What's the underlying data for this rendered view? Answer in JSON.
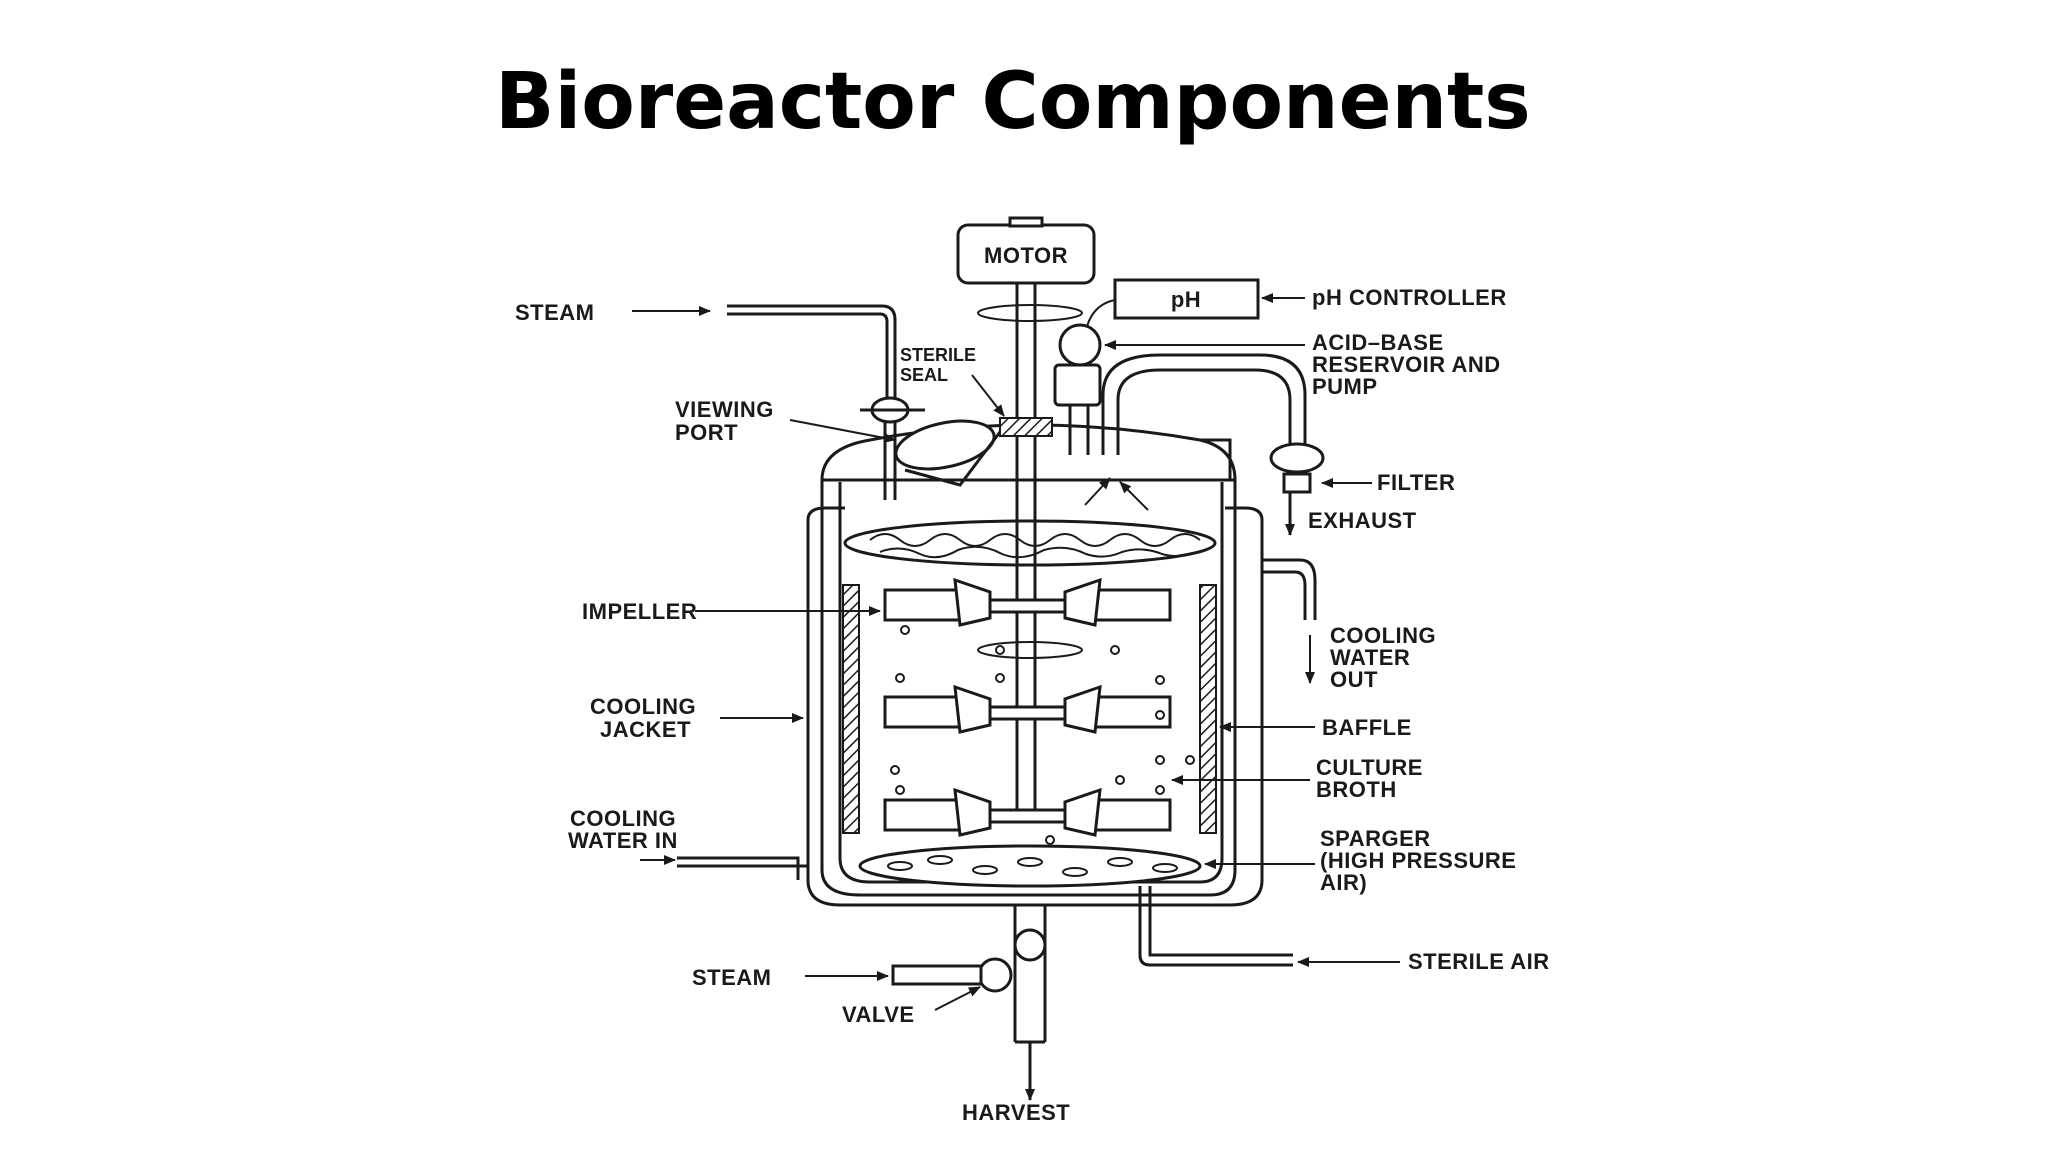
{
  "slide": {
    "title": "Bioreactor Components"
  },
  "diagram": {
    "labels": {
      "motor": "MOTOR",
      "ph_box": "pH",
      "ph_controller": "pH CONTROLLER",
      "steam_top": "STEAM",
      "acid_base_1": "ACID–BASE",
      "acid_base_2": "RESERVOIR AND",
      "acid_base_3": "PUMP",
      "sterile_seal_1": "STERILE",
      "sterile_seal_2": "SEAL",
      "viewing_port_1": "VIEWING",
      "viewing_port_2": "PORT",
      "filter": "FILTER",
      "exhaust": "EXHAUST",
      "impeller": "IMPELLER",
      "cooling_water_out_1": "COOLING",
      "cooling_water_out_2": "WATER",
      "cooling_water_out_3": "OUT",
      "cooling_jacket_1": "COOLING",
      "cooling_jacket_2": "JACKET",
      "baffle": "BAFFLE",
      "culture_broth_1": "CULTURE",
      "culture_broth_2": "BROTH",
      "cooling_water_in_1": "COOLING",
      "cooling_water_in_2": "WATER IN",
      "sparger_1": "SPARGER",
      "sparger_2": "(HIGH PRESSURE",
      "sparger_3": "AIR)",
      "steam_bottom": "STEAM",
      "sterile_air": "STERILE AIR",
      "valve": "VALVE",
      "harvest": "HARVEST"
    }
  }
}
